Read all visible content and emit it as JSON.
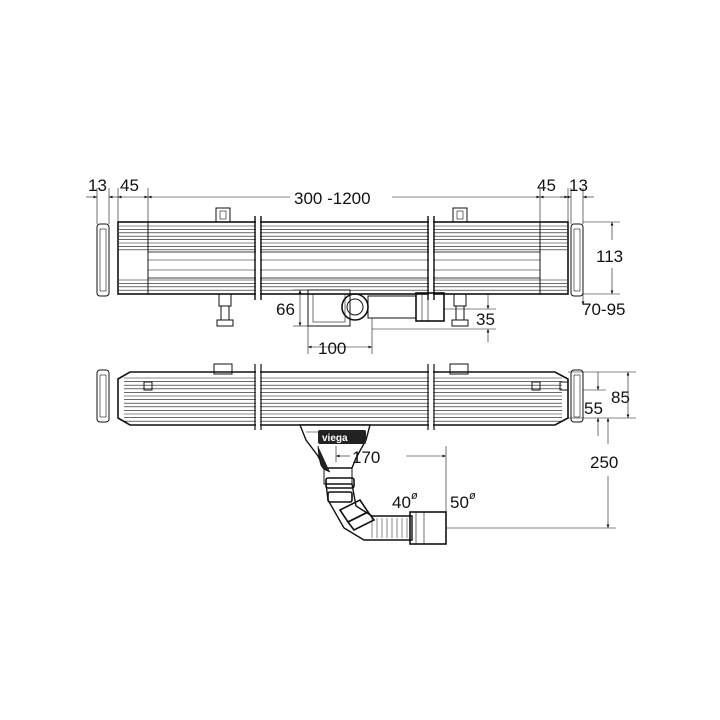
{
  "colors": {
    "ink": "#111111",
    "background": "#ffffff"
  },
  "brand": {
    "logo_text": "viega"
  },
  "dimensions": {
    "top_view": {
      "left_plate": "13",
      "left_margin": "45",
      "length_range": "300 -1200",
      "right_margin": "45",
      "right_plate": "13",
      "total_height": "113",
      "adjust_range": "70-95",
      "outlet_height": "66",
      "outlet_width": "100",
      "outlet_offset": "35"
    },
    "bottom_view": {
      "channel_height": "85",
      "plate_height": "55",
      "outlet_depth": "250",
      "outlet_distance": "170",
      "pipe_small": "40",
      "pipe_large": "50",
      "diameter_symbol": "ø"
    }
  }
}
